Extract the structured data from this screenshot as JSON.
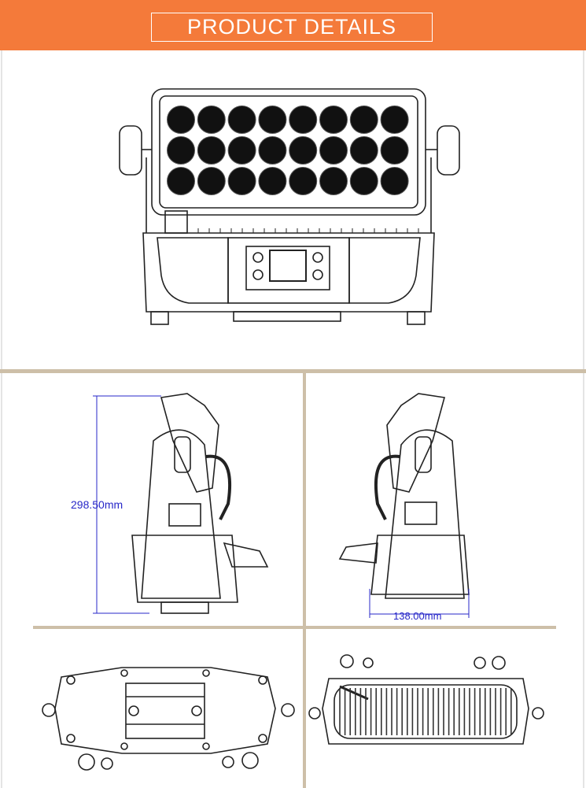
{
  "header": {
    "title": "PRODUCT DETAILS",
    "colors": {
      "banner": "#f47a3a",
      "divider": "#cdbfa8",
      "dimension": "#2727c8"
    }
  },
  "views": {
    "front": {
      "led_rows": 3,
      "led_cols": 8
    },
    "side_left": {
      "height_label": "298.50mm"
    },
    "side_right": {
      "width_label": "138.00mm"
    },
    "bottom": {},
    "top": {}
  }
}
